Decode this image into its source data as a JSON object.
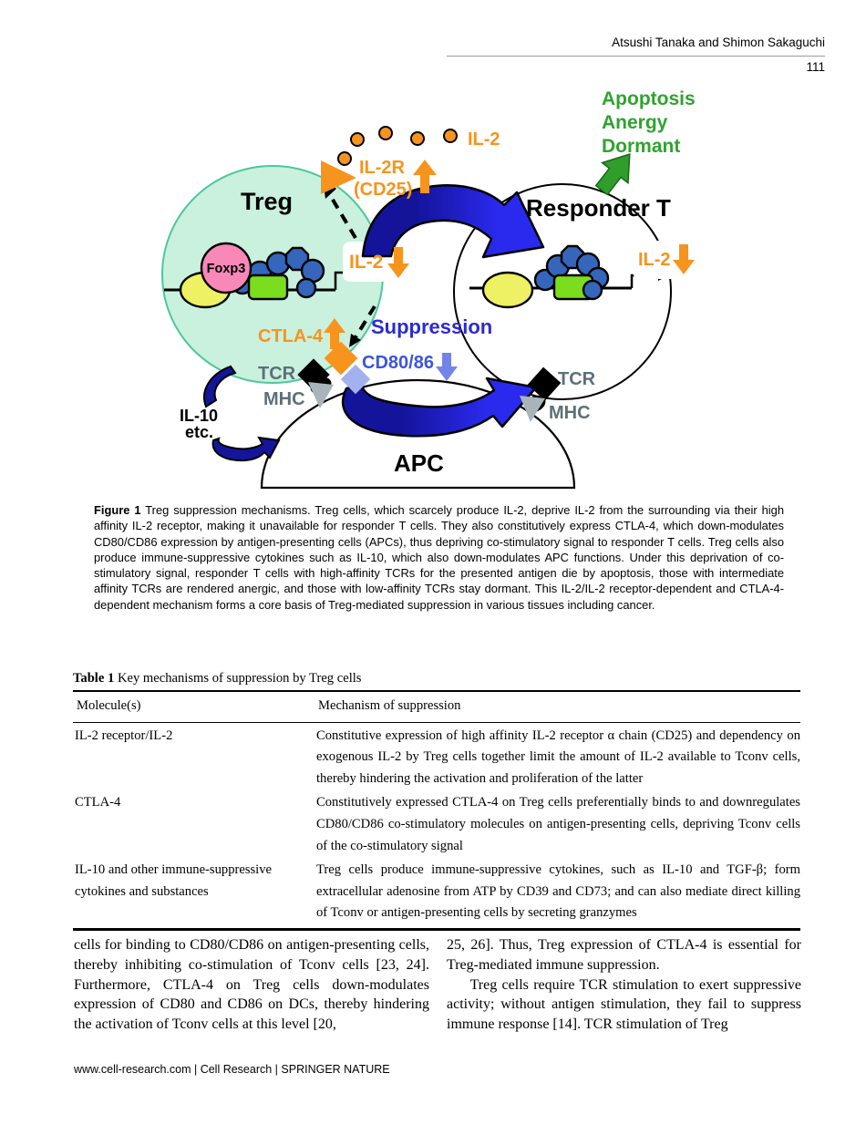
{
  "header": {
    "authors": "Atsushi Tanaka and Shimon Sakaguchi",
    "page_number": "111"
  },
  "diagram": {
    "cells": {
      "treg": "Treg",
      "responder_t": "Responder T",
      "apc": "APC"
    },
    "outcomes": {
      "apoptosis": "Apoptosis",
      "anergy": "Anergy",
      "dormant": "Dormant"
    },
    "labels": {
      "foxp3": "Foxp3",
      "il2_top": "IL-2",
      "il2r": "IL-2R",
      "cd25": "(CD25)",
      "il2_treg": "IL-2",
      "il2_responder": "IL-2",
      "ctla4": "CTLA-4",
      "suppression": "Suppression",
      "cd8086": "CD80/86",
      "tcr": "TCR",
      "mhc": "MHC",
      "il10": "IL-10",
      "etc": "etc."
    },
    "colors": {
      "treg_fill": "#c9f1dd",
      "treg_stroke": "#4ec79b",
      "orange": "#f7941d",
      "navy_arrow": "#15159b",
      "bright_blue_arrow": "#2a2aee",
      "suppression_blue": "#2b2bd0",
      "cd8086_blue": "#3c55da",
      "cd8086_diamond": "#a3b2ef",
      "green_text": "#2fa32f",
      "green_arrow": "#2f9e2d",
      "foxp3_pink": "#f888b8",
      "oval_yellow": "#edf163",
      "rect_green": "#7ade1f",
      "blob_blue": "#3566bb",
      "gray_label": "#5c7078",
      "mhc_gray": "#a9b4ba"
    }
  },
  "figure_caption": {
    "label": "Figure 1",
    "text": "Treg suppression mechanisms. Treg cells, which scarcely produce IL-2, deprive IL-2 from the surrounding via their high affinity IL-2 receptor, making it unavailable for responder T cells. They also constitutively express CTLA-4, which down-modulates CD80/CD86 expression by antigen-presenting cells (APCs), thus depriving co-stimulatory signal to responder T cells. Treg cells also produce immune-suppressive cytokines such as IL-10, which also down-modulates APC functions. Under this deprivation of co-stimulatory signal, responder T cells with high-affinity TCRs for the presented antigen die by apoptosis, those with intermediate affinity TCRs are rendered anergic, and those with low-affinity TCRs stay dormant. This IL-2/IL-2 receptor-dependent and CTLA-4-dependent mechanism forms a core basis of Treg-mediated suppression in various tissues including cancer."
  },
  "table": {
    "title_label": "Table 1",
    "title_text": "Key mechanisms of suppression by Treg cells",
    "columns": [
      "Molecule(s)",
      "Mechanism of suppression"
    ],
    "rows": [
      {
        "molecule": "IL-2 receptor/IL-2",
        "mechanism": "Constitutive expression of high affinity IL-2 receptor α chain (CD25) and dependency on exogenous IL-2 by Treg cells together limit the amount of IL-2 available to Tconv cells, thereby hindering the activation and proliferation of the latter"
      },
      {
        "molecule": "CTLA-4",
        "mechanism": "Constitutively expressed CTLA-4 on Treg cells preferentially binds to and downregulates CD80/CD86 co-stimulatory molecules on antigen-presenting cells, depriving Tconv cells of the co-stimulatory signal"
      },
      {
        "molecule": "IL-10 and other immune-suppressive cytokines and substances",
        "mechanism": "Treg cells produce immune-suppressive cytokines, such as IL-10 and TGF-β; form extracellular adenosine from ATP by CD39 and CD73; and can also mediate direct killing of Tconv or antigen-presenting cells by secreting granzymes"
      }
    ]
  },
  "body": {
    "left_column": "cells for binding to CD80/CD86 on antigen-presenting cells, thereby inhibiting co-stimulation of Tconv cells [23, 24]. Furthermore, CTLA-4 on Treg cells down-modulates expression of CD80 and CD86 on DCs, thereby hindering the activation of Tconv cells at this level [20,",
    "right_column_p1": "25, 26]. Thus, Treg expression of CTLA-4 is essential for Treg-mediated immune suppression.",
    "right_column_p2": "Treg cells require TCR stimulation to exert suppressive activity; without antigen stimulation, they fail to suppress immune response [14]. TCR stimulation of Treg"
  },
  "footer": {
    "text": "www.cell-research.com | Cell Research | SPRINGER NATURE"
  }
}
